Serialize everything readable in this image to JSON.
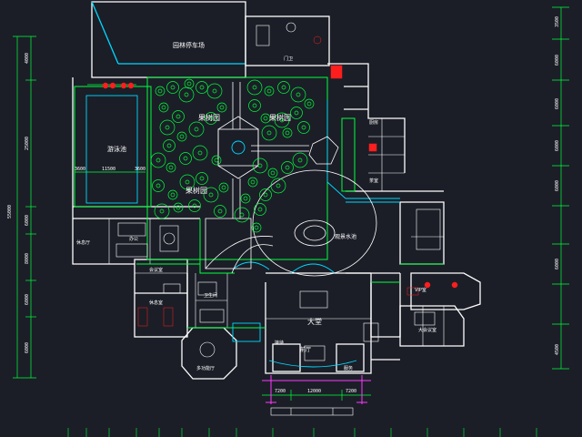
{
  "labels": {
    "top_room": "园林停车场",
    "top_right_room": "门卫",
    "orchard_1": "果树园",
    "orchard_2": "果树园",
    "orchard_3": "果树园",
    "pool": "游泳池",
    "lake": "观景水池",
    "lounge": "休息厅",
    "office": "办公",
    "meeting_left": "会议室",
    "meeting_mid": "休息室",
    "bath": "卫生间",
    "lobby": "大堂",
    "foyer": "前厅",
    "reception": "接待",
    "service": "服务",
    "right_hall": "大会议室",
    "right_room": "VIP室",
    "kitchen": "厨房",
    "tea_room": "茶室",
    "left_lower": "多功能厅"
  },
  "dims": {
    "left_total": "55000",
    "left_1": "4000",
    "left_2": "25000",
    "left_3": "6000",
    "left_4": "8000",
    "left_5": "6000",
    "left_6": "6000",
    "right_1": "3500",
    "right_2": "6000",
    "right_3": "6000",
    "right_4": "6000",
    "right_5": "6000",
    "right_6": "6000",
    "right_7": "4500",
    "bottom_1": "7200",
    "bottom_2": "12000",
    "bottom_3": "7200",
    "pool_w": "11500",
    "pool_1": "3600",
    "pool_2": "3600"
  },
  "colors": {
    "background": "#1b1e27",
    "wall": "#ffffff",
    "green": "#00ff3c",
    "cyan": "#00d8ff",
    "red": "#ff1e1e",
    "magenta": "#ff38ff",
    "blue": "#3c3cff"
  }
}
